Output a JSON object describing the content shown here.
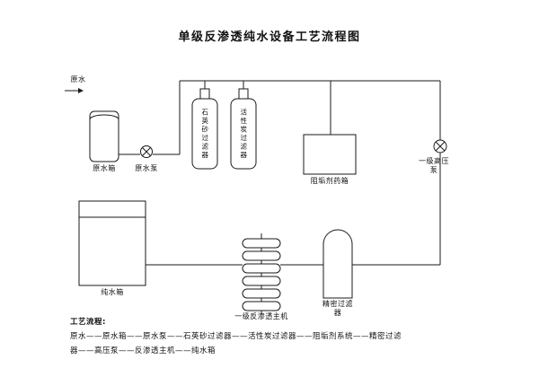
{
  "title": "单级反渗透纯水设备工艺流程图",
  "colors": {
    "ink": "#1a1a1a",
    "background": "#ffffff"
  },
  "labels": {
    "inlet": "原水",
    "raw_tank": "原水箱",
    "raw_pump": "原水泵",
    "sand_filter": "石英砂过滤器",
    "carbon_filter": "活性炭过滤器",
    "dosing_tank": "阻垢剂药箱",
    "hp_pump": "一级高压泵",
    "pure_tank": "纯水箱",
    "ro_host": "一级反渗透主机",
    "precision_filter": "精密过滤器"
  },
  "flow": {
    "heading": "工艺流程:",
    "line1": "原水——原水箱——原水泵——石英砂过滤器——活性炭过滤器——阻垢剂系统——精密过滤",
    "line2": "器——高压泵——反渗透主机——纯水箱"
  }
}
